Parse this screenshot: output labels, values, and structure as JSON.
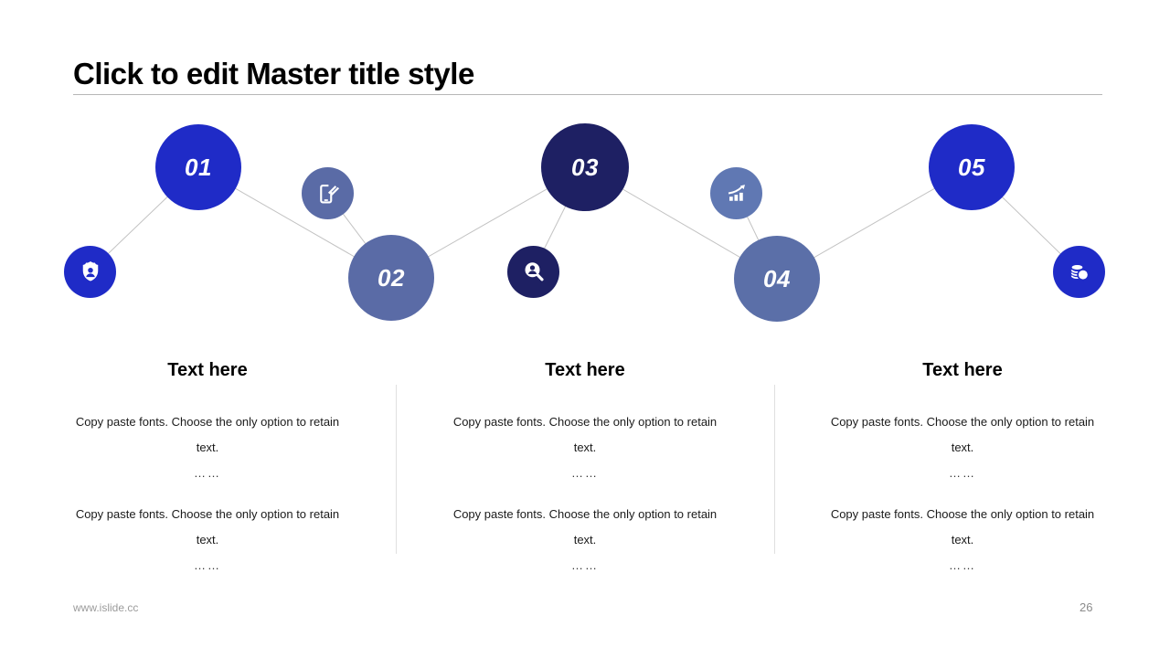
{
  "title": "Click to edit Master title style",
  "colors": {
    "bright_blue": "#1f2bc7",
    "dark_navy": "#1e2063",
    "slate_blue": "#5a6ba6",
    "slate_blue_light": "#6078b3",
    "connector_gray": "#c2c2c2"
  },
  "timeline": {
    "steps": [
      {
        "num": "01",
        "color": "#1f2bc7"
      },
      {
        "num": "02",
        "color": "#5a6ba6"
      },
      {
        "num": "03",
        "color": "#1e2063"
      },
      {
        "num": "04",
        "color": "#5b6fa8"
      },
      {
        "num": "05",
        "color": "#1f2bc7"
      }
    ],
    "icons": [
      {
        "name": "shield-user-icon",
        "color": "#1f2bc7"
      },
      {
        "name": "tablet-pen-icon",
        "color": "#5a6ba6"
      },
      {
        "name": "user-search-icon",
        "color": "#1e2063"
      },
      {
        "name": "growth-chart-icon",
        "color": "#6078b3"
      },
      {
        "name": "coins-icon",
        "color": "#1f2bc7"
      }
    ]
  },
  "columns": [
    {
      "heading": "Text here",
      "para1": "Copy paste fonts. Choose the only option to retain text.",
      "ellipsis1": "……",
      "para2": "Copy paste fonts. Choose the only option to retain text.",
      "ellipsis2": "……"
    },
    {
      "heading": "Text here",
      "para1": "Copy paste fonts. Choose the only option to retain text.",
      "ellipsis1": "……",
      "para2": "Copy paste fonts. Choose the only option to retain text.",
      "ellipsis2": "……"
    },
    {
      "heading": "Text here",
      "para1": "Copy paste fonts. Choose the only option to retain text.",
      "ellipsis1": "……",
      "para2": "Copy paste fonts. Choose the only option to retain text.",
      "ellipsis2": "……"
    }
  ],
  "footer": {
    "website": "www.islide.cc",
    "page_number": "26"
  }
}
